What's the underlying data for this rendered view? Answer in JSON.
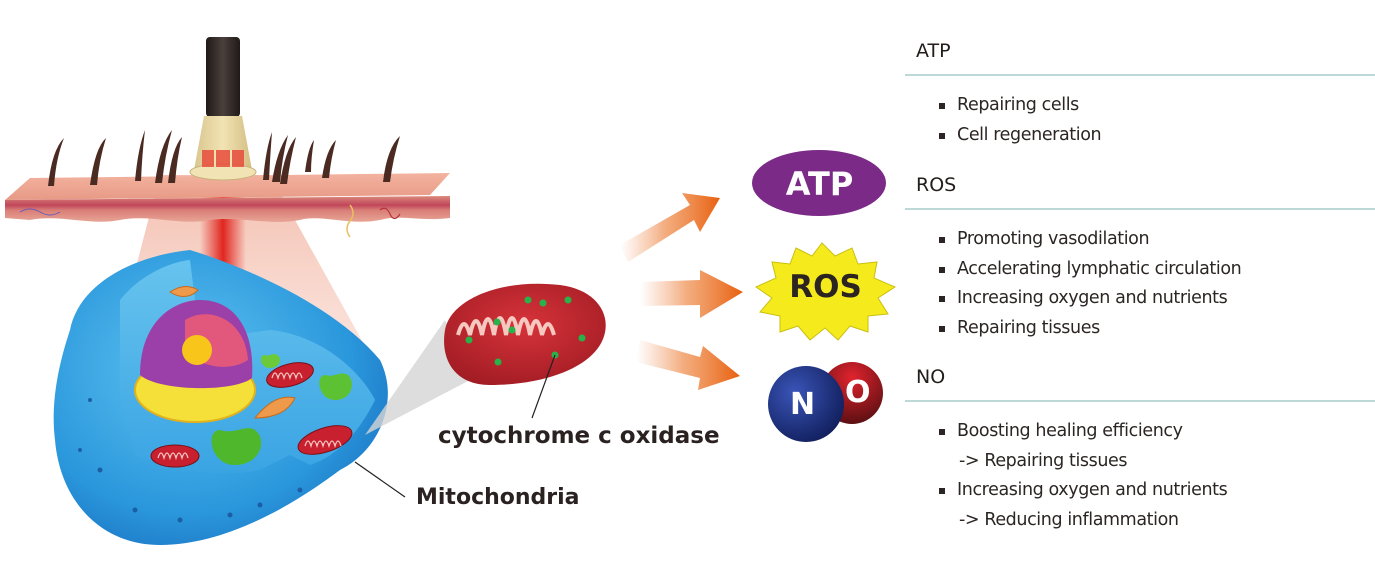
{
  "diagram": {
    "labels": {
      "cytochrome": "cytochrome c oxidase",
      "mitochondria": "Mitochondria"
    },
    "badges": {
      "atp": {
        "text": "ATP",
        "color": "#7b2a87"
      },
      "ros": {
        "text": "ROS",
        "color": "#f5ea1c"
      },
      "no": {
        "n": "N",
        "o": "O",
        "n_color": "#1d2f80",
        "o_color": "#8c1518"
      }
    },
    "arrow_color": "#ea6a1e",
    "beam_color": "#e0261f"
  },
  "panel": {
    "sections": [
      {
        "title": "ATP",
        "items": [
          {
            "text": "Repairing cells"
          },
          {
            "text": "Cell regeneration"
          }
        ]
      },
      {
        "title": "ROS",
        "items": [
          {
            "text": "Promoting vasodilation"
          },
          {
            "text": "Accelerating lymphatic circulation"
          },
          {
            "text": "Increasing oxygen and nutrients"
          },
          {
            "text": "Repairing tissues"
          }
        ]
      },
      {
        "title": "NO",
        "items": [
          {
            "text": "Boosting healing efficiency",
            "sub": "-> Repairing tissues"
          },
          {
            "text": "Increasing oxygen and nutrients",
            "sub": "-> Reducing inflammation"
          }
        ]
      }
    ],
    "rule_color": "#bcd9d8"
  }
}
